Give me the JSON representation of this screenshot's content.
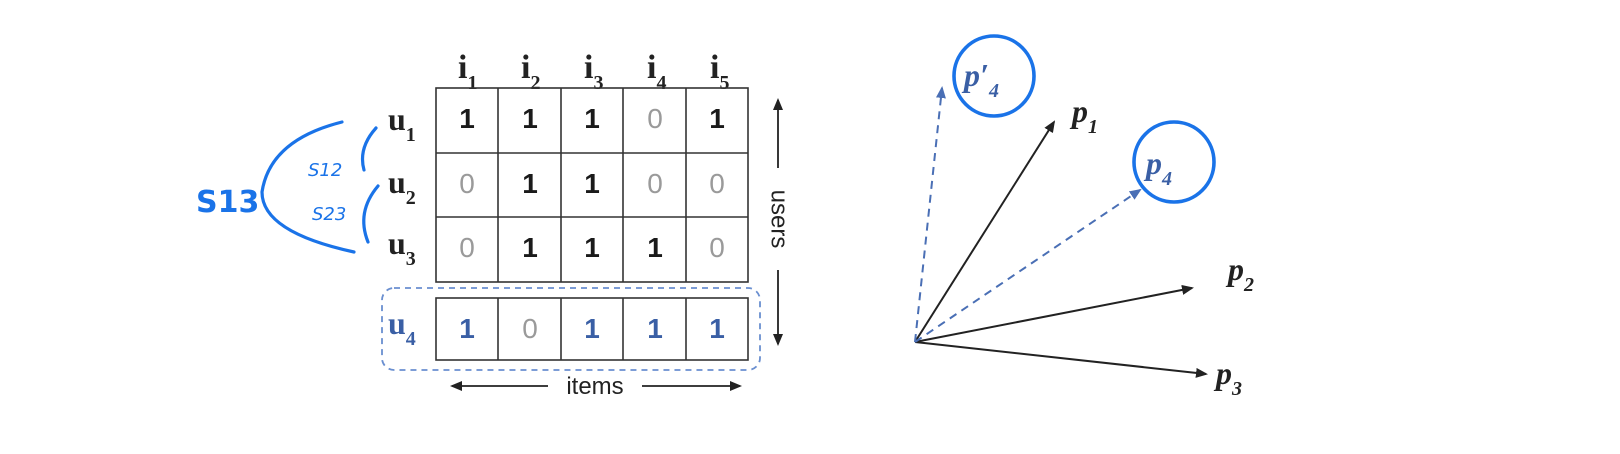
{
  "matrix": {
    "items": [
      "i1",
      "i2",
      "i3",
      "i4",
      "i5"
    ],
    "item_labels": [
      {
        "base": "i",
        "sub": "1"
      },
      {
        "base": "i",
        "sub": "2"
      },
      {
        "base": "i",
        "sub": "3"
      },
      {
        "base": "i",
        "sub": "4"
      },
      {
        "base": "i",
        "sub": "5"
      }
    ],
    "user_labels": [
      {
        "base": "u",
        "sub": "1"
      },
      {
        "base": "u",
        "sub": "2"
      },
      {
        "base": "u",
        "sub": "3"
      },
      {
        "base": "u",
        "sub": "4"
      }
    ],
    "rows": [
      [
        "1",
        "1",
        "1",
        "0",
        "1"
      ],
      [
        "0",
        "1",
        "1",
        "0",
        "0"
      ],
      [
        "0",
        "1",
        "1",
        "1",
        "0"
      ],
      [
        "1",
        "0",
        "1",
        "1",
        "1"
      ]
    ],
    "highlighted_row_index": 3,
    "axis_items_label": "items",
    "axis_users_label": "users"
  },
  "annotations": {
    "s12": "S12",
    "s23": "S23",
    "s13": "S13",
    "color": "#1a73e8"
  },
  "vectors": {
    "p1": {
      "base": "p",
      "sub": "1"
    },
    "p2": {
      "base": "p",
      "sub": "2"
    },
    "p3": {
      "base": "p",
      "sub": "3"
    },
    "p4": {
      "base": "p",
      "sub": "4"
    },
    "p4_prime": {
      "base": "p′",
      "sub": "4"
    }
  },
  "colors": {
    "black": "#222222",
    "blue_dashed": "#4a6fb5",
    "annotation_blue": "#1a73e8",
    "grid": "#333333"
  }
}
